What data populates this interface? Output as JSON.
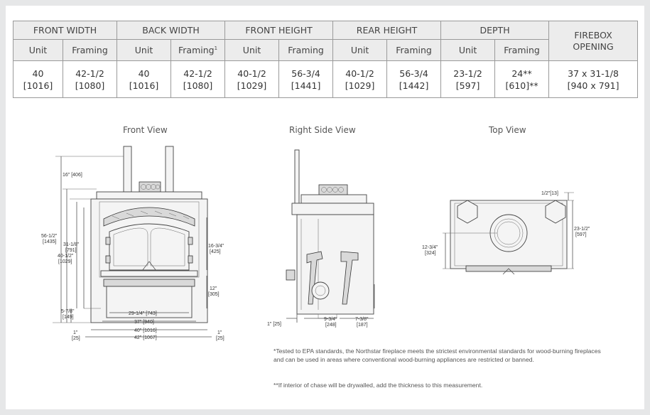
{
  "table": {
    "groups": [
      "FRONT WIDTH",
      "BACK WIDTH",
      "FRONT HEIGHT",
      "REAR HEIGHT",
      "DEPTH"
    ],
    "firebox_header": [
      "FIREBOX",
      "OPENING"
    ],
    "subheaders": [
      "Unit",
      "Framing",
      "Unit",
      "Framing",
      "Unit",
      "Framing",
      "Unit",
      "Framing",
      "Unit",
      "Framing"
    ],
    "back_framing_sup": "1",
    "values": [
      [
        "40",
        "[1016]"
      ],
      [
        "42-1/2",
        "[1080]"
      ],
      [
        "40",
        "[1016]"
      ],
      [
        "42-1/2",
        "[1080]"
      ],
      [
        "40-1/2",
        "[1029]"
      ],
      [
        "56-3/4",
        "[1441]"
      ],
      [
        "40-1/2",
        "[1029]"
      ],
      [
        "56-3/4",
        "[1442]"
      ],
      [
        "23-1/2",
        "[597]"
      ],
      [
        "24**",
        "[610]**"
      ],
      [
        "37 x 31-1/8",
        "[940 x 791]"
      ]
    ]
  },
  "views": {
    "front": "Front View",
    "side": "Right Side View",
    "top": "Top View"
  },
  "front_dims": {
    "d1": "16\" [406]",
    "d2a": "56-1/2\"",
    "d2b": "[1435]",
    "d3a": "31-1/8\"",
    "d3b": "[791]",
    "d4a": "40-1/2\"",
    "d4b": "[1029]",
    "d5a": "16-3/4\"",
    "d5b": "[425]",
    "d6a": "12\"",
    "d6b": "[305]",
    "d7a": "5-7/8\"",
    "d7b": "[149]",
    "d8": "29-1/4\" [743]",
    "d9": "37\" [940]",
    "d10": "40\" [1016]",
    "d11": "42\" [1067]",
    "d12a": "1\"",
    "d12b": "[25]",
    "d13a": "1\"",
    "d13b": "[25]"
  },
  "side_dims": {
    "d1": "1\" [25]",
    "d2a": "9-3/4\"",
    "d2b": "[248]",
    "d3a": "7-3/8\"",
    "d3b": "[187]"
  },
  "top_dims": {
    "d1": "1/2\"[13]",
    "d2a": "23-1/2\"",
    "d2b": "[597]",
    "d3a": "12-3/4\"",
    "d3b": "[324]"
  },
  "notes": {
    "n1": "*Tested to EPA standards, the Northstar fireplace meets the strictest environmental standards for wood-burning fireplaces and can be used in areas where conventional wood-burning appliances are restricted or banned.",
    "n2": "**If interior of chase will be drywalled, add the thickness to this measurement."
  }
}
